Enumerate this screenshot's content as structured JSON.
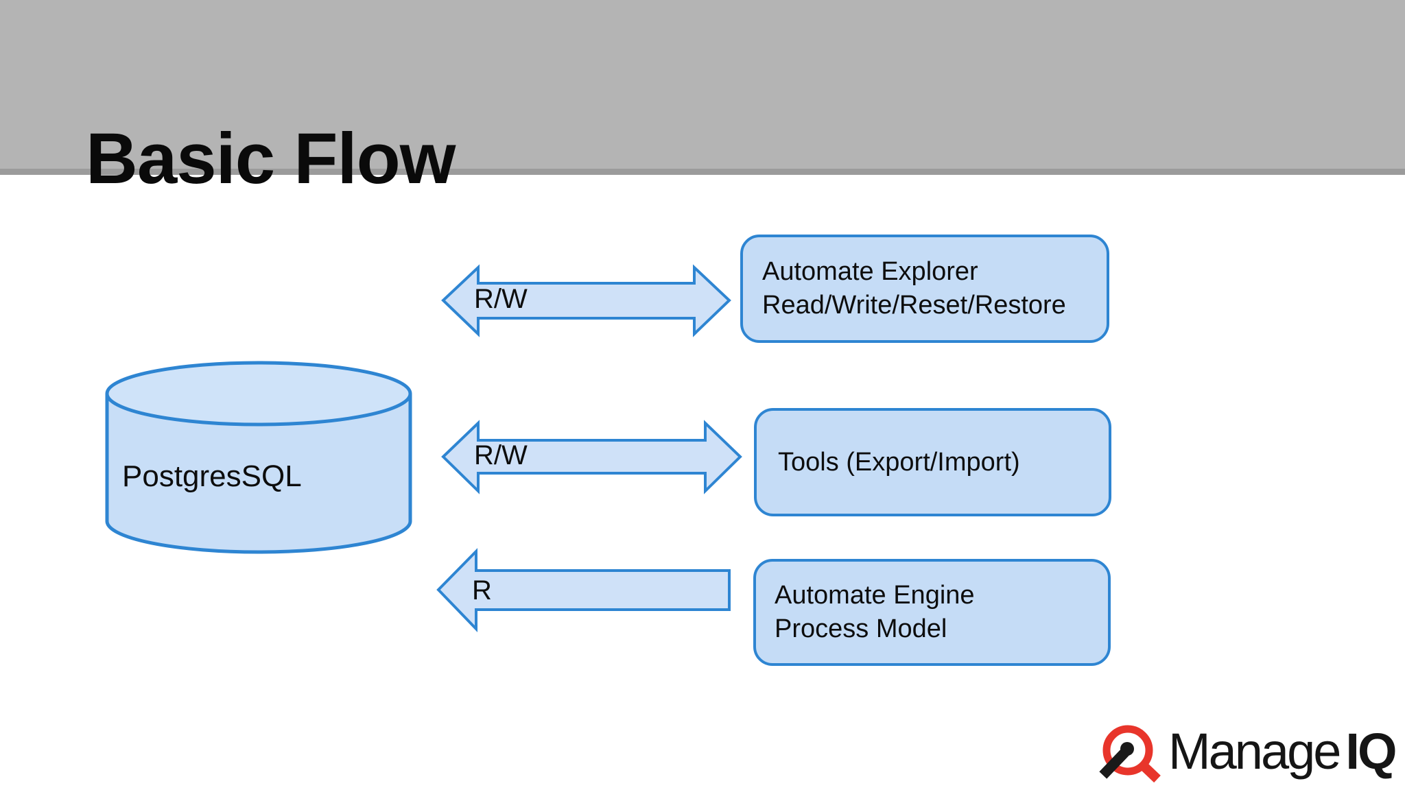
{
  "slide": {
    "title": "Basic Flow"
  },
  "diagram": {
    "database": {
      "label": "PostgresSQL"
    },
    "flows": [
      {
        "label": "R/W",
        "direction": "bidirectional",
        "from": "PostgresSQL",
        "to": "Automate Explorer"
      },
      {
        "label": "R/W",
        "direction": "bidirectional",
        "from": "PostgresSQL",
        "to": "Tools (Export/Import)"
      },
      {
        "label": "R",
        "direction": "left",
        "from": "Automate Engine",
        "to": "PostgresSQL"
      }
    ],
    "nodes": [
      {
        "lines": [
          "Automate Explorer",
          "Read/Write/Reset/Restore"
        ]
      },
      {
        "lines": [
          "Tools (Export/Import)"
        ]
      },
      {
        "lines": [
          "Automate Engine",
          "Process Model"
        ]
      }
    ],
    "colors": {
      "header_bg": "#b4b4b4",
      "header_underline": "#9b9b9b",
      "shape_stroke": "#2e85d2",
      "box_fill": "#c5dcf6",
      "arrow_fill": "#cfe1f8",
      "cylinder_fill": "#c8def7"
    }
  },
  "footer": {
    "logo": {
      "brand_regular": "Manage",
      "brand_bold": "IQ",
      "mark": "magnifier-q-icon",
      "red": "#e8352b"
    }
  }
}
